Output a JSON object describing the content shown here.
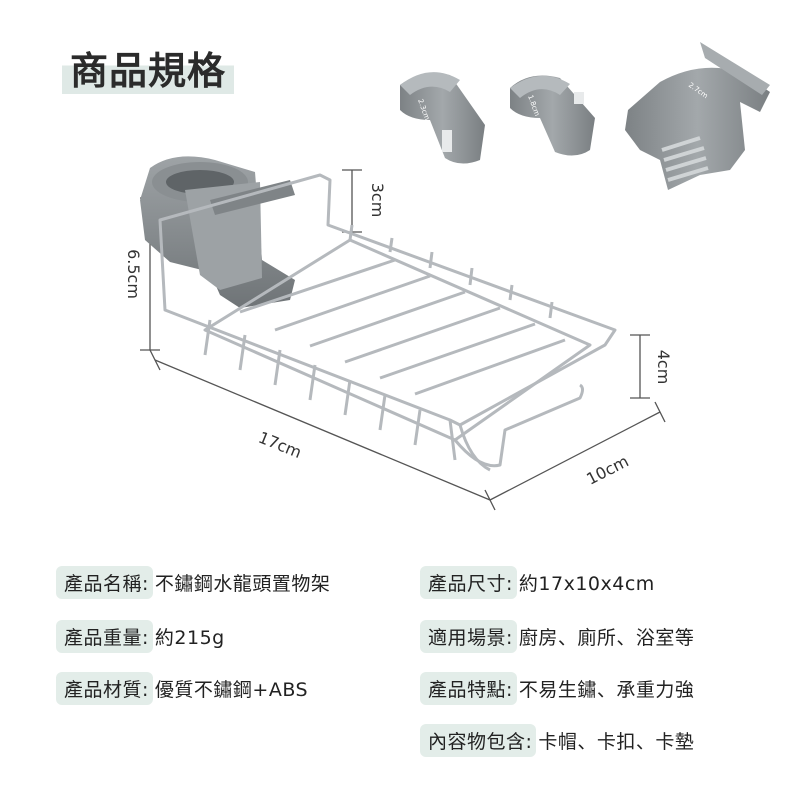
{
  "title": "商品規格",
  "dimensions": {
    "width": "17cm",
    "depth": "10cm",
    "height_total": "6.5cm",
    "clip_height": "3cm",
    "basket_height": "4cm"
  },
  "clips": [
    {
      "size_label": "2.3cm",
      "icon": "small-faucet-clip-icon"
    },
    {
      "size_label": "1.8cm",
      "icon": "mini-faucet-clip-icon"
    },
    {
      "size_label": "2.7cm",
      "icon": "large-faucet-clip-icon"
    }
  ],
  "specs": [
    {
      "label": "產品名稱:",
      "value": "不鏽鋼水龍頭置物架"
    },
    {
      "label": "產品尺寸:",
      "value": "約17x10x4cm"
    },
    {
      "label": "產品重量:",
      "value": "約215g"
    },
    {
      "label": "適用場景:",
      "value": "廚房、廁所、浴室等"
    },
    {
      "label": "產品材質:",
      "value": "優質不鏽鋼+ABS"
    },
    {
      "label": "產品特點:",
      "value": "不易生鏽、承重力強"
    },
    {
      "label": "內容物包含:",
      "value": "卡帽、卡扣、卡墊"
    }
  ],
  "colors": {
    "label_bg": "#e3ede9",
    "plastic_gray": "#8e9396",
    "steel": "#b8bcc0"
  }
}
